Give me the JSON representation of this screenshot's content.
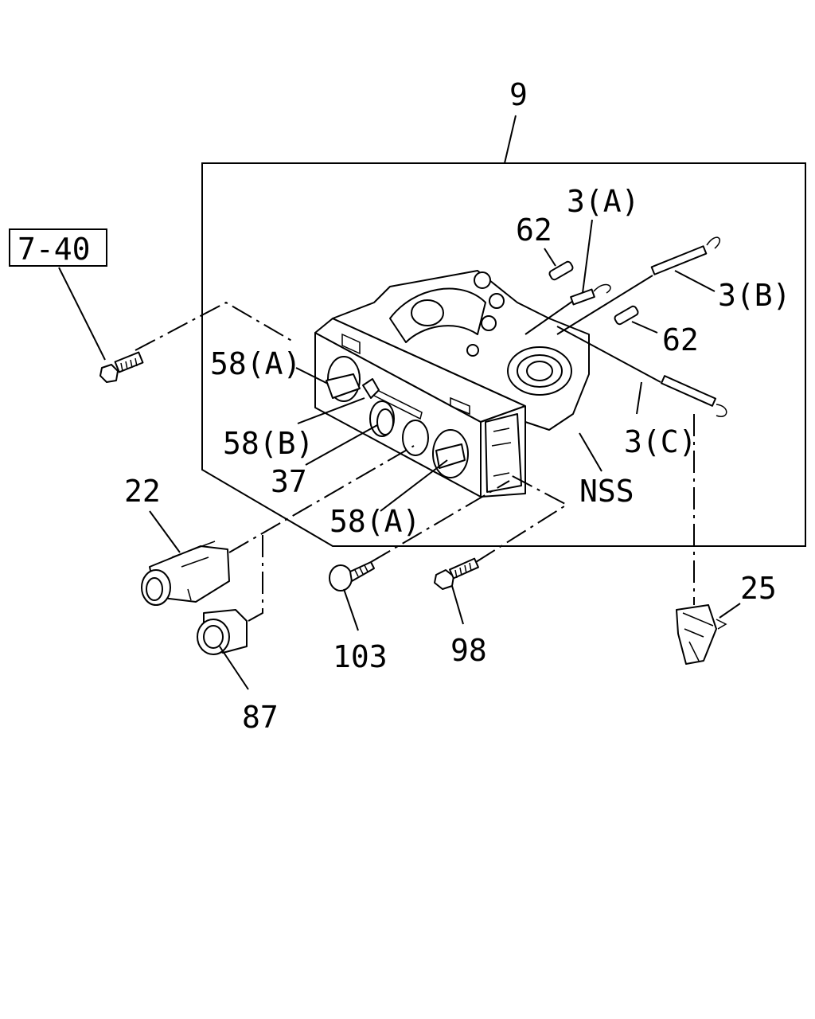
{
  "labels": {
    "assembly": "9",
    "ref_box": "7-40",
    "cable_a": "3(A)",
    "cable_b": "3(B)",
    "cable_c": "3(C)",
    "clip_top": "62",
    "clip_right": "62",
    "knob_left": "58(A)",
    "knob_small": "58(B)",
    "knob_bottom": "58(A)",
    "lens": "37",
    "nss": "NSS",
    "switch": "22",
    "bezel": "87",
    "screw_103": "103",
    "screw_98": "98",
    "clamp": "25"
  },
  "icons": {
    "bolt_left": "bolt-icon",
    "screw_103": "tapping-screw-icon",
    "screw_98": "screw-icon",
    "switch_22": "switch-icon",
    "bezel_87": "bezel-icon",
    "clamp_25": "cable-clamp-icon"
  },
  "colors": {
    "ink": "#000000",
    "paper": "#ffffff"
  }
}
